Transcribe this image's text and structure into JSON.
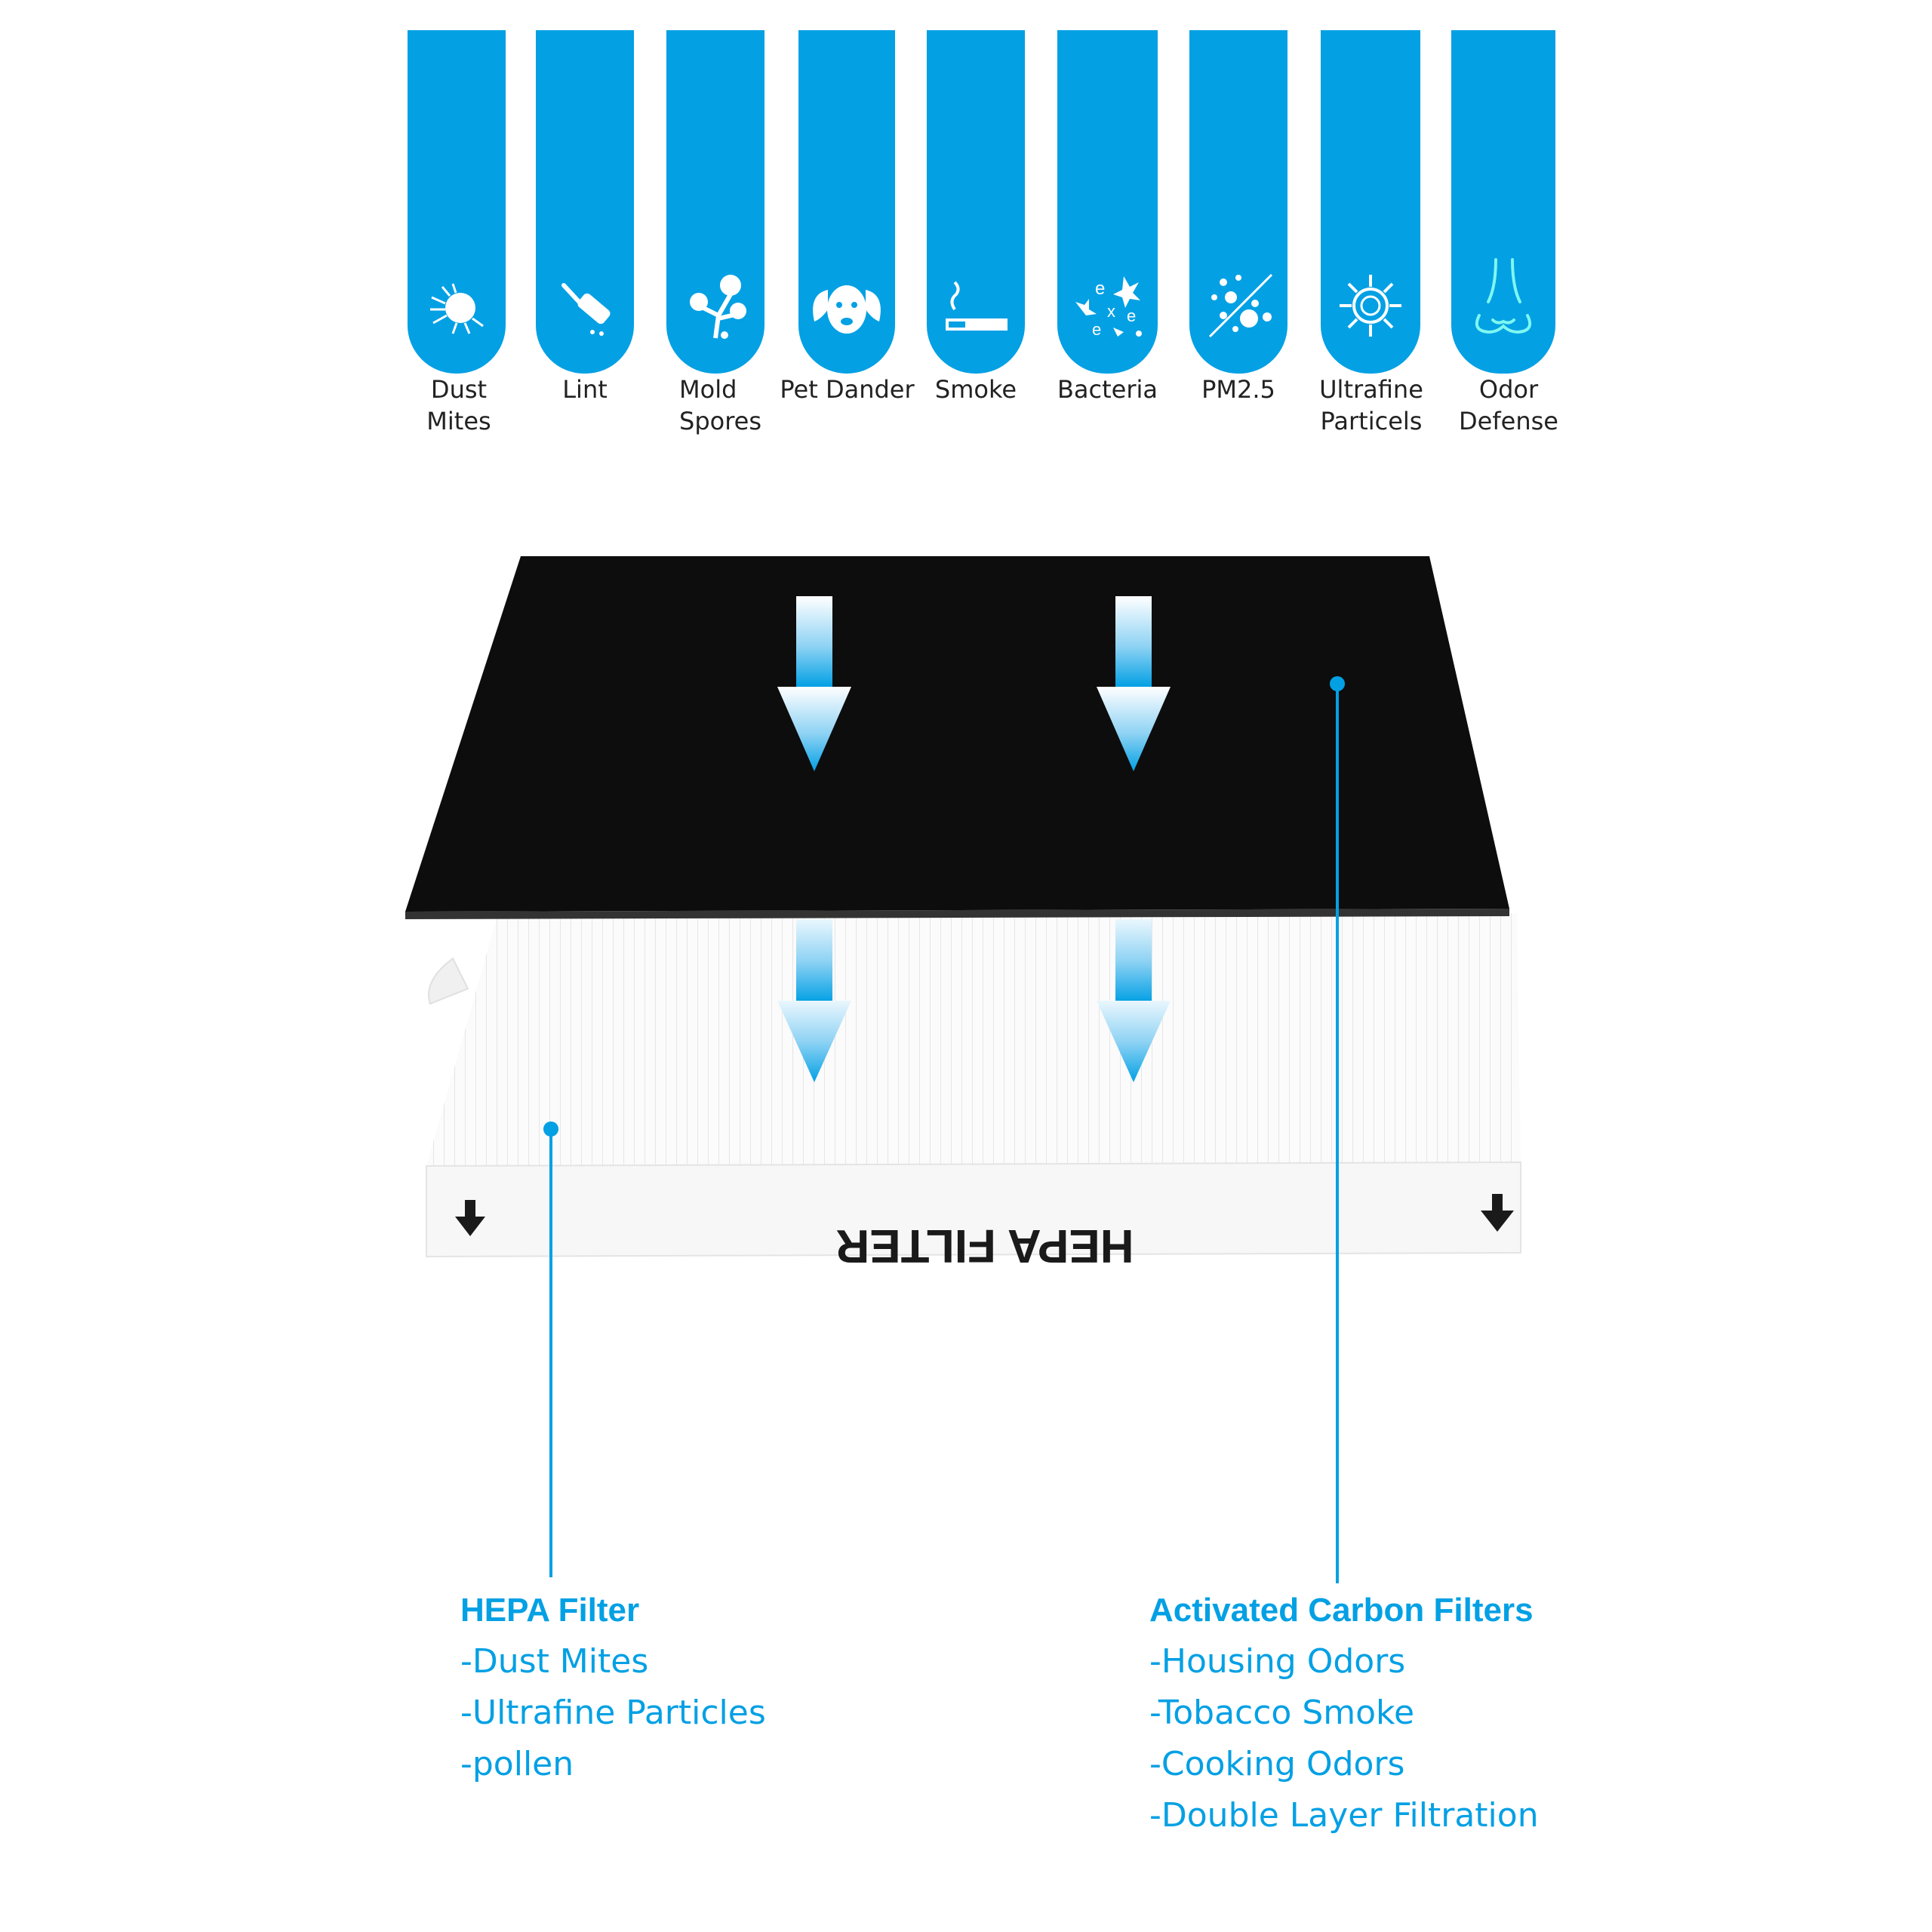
{
  "colors": {
    "accent": "#03a0e4",
    "carbon": "#0d0d0d",
    "hepa": "#f7f7f7",
    "pill": "#03a0e4"
  },
  "pollutants": [
    {
      "label_lines": [
        "Dust Mites"
      ],
      "icon": "dust-mite-icon"
    },
    {
      "label_lines": [
        "Lint"
      ],
      "icon": "lint-roller-icon"
    },
    {
      "label_lines": [
        "Mold",
        "Spores"
      ],
      "icon": "mold-spores-icon"
    },
    {
      "label_lines": [
        "Pet Dander"
      ],
      "icon": "dog-icon"
    },
    {
      "label_lines": [
        "Smoke"
      ],
      "icon": "cigarette-icon"
    },
    {
      "label_lines": [
        "Bacteria"
      ],
      "icon": "bacteria-icon"
    },
    {
      "label_lines": [
        "PM2.5"
      ],
      "icon": "pm25-particles-icon"
    },
    {
      "label_lines": [
        "Ultrafine",
        "Particels"
      ],
      "icon": "virus-icon"
    },
    {
      "label_lines": [
        "Odor Defense"
      ],
      "icon": "nose-icon"
    }
  ],
  "filter_label": "HEPA FILTER",
  "hepa_panel": {
    "title": "HEPA Filter",
    "items": [
      "-Dust Mites",
      "-Ultrafine Particles",
      "-pollen"
    ]
  },
  "carbon_panel": {
    "title": "Activated Carbon Filters",
    "items": [
      "-Housing Odors",
      "-Tobacco Smoke",
      "-Cooking Odors",
      "-Double Layer Filtration"
    ]
  }
}
